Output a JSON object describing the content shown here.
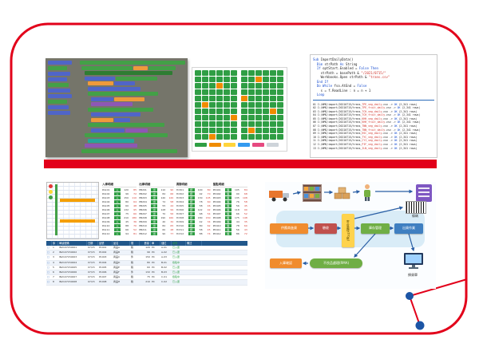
{
  "slide": {
    "colors": {
      "accent_red": "#e2001a",
      "dot_blue": "#1c55a5"
    }
  },
  "blocks": {
    "left": [
      [
        "b",
        30
      ],
      [
        "g",
        24
      ],
      [
        "b",
        28
      ],
      [
        "b",
        24
      ],
      [
        "g",
        26
      ],
      [
        "b",
        28
      ],
      [
        "b",
        30
      ],
      [
        "g",
        24
      ],
      [
        "b",
        26
      ],
      [
        "b",
        28
      ]
    ],
    "rows": [
      {
        "i": 2,
        "s": [
          [
            "g",
            132
          ]
        ]
      },
      {
        "i": 4,
        "s": [
          [
            "g",
            64
          ],
          [
            "o",
            18
          ],
          [
            "g",
            34
          ]
        ]
      },
      {
        "i": 8,
        "s": [
          [
            "dg",
            110
          ]
        ]
      },
      {
        "i": 8,
        "s": [
          [
            "b",
            38
          ],
          [
            "g",
            52
          ]
        ]
      },
      {
        "i": 12,
        "s": [
          [
            "o",
            32
          ],
          [
            "b",
            26
          ]
        ]
      },
      {
        "i": 12,
        "s": [
          [
            "b",
            66
          ]
        ]
      },
      {
        "i": 12,
        "s": [
          [
            "g",
            88
          ]
        ]
      },
      {
        "i": 16,
        "s": [
          [
            "b",
            28
          ],
          [
            "o",
            38
          ]
        ]
      },
      {
        "i": 16,
        "s": [
          [
            "p",
            52
          ]
        ]
      },
      {
        "i": 12,
        "s": [
          [
            "g",
            82
          ]
        ]
      },
      {
        "i": 16,
        "s": [
          [
            "b",
            62
          ]
        ]
      },
      {
        "i": 16,
        "s": [
          [
            "o",
            28
          ],
          [
            "b",
            20
          ]
        ]
      },
      {
        "i": 12,
        "s": [
          [
            "g",
            96
          ]
        ]
      },
      {
        "i": 16,
        "s": [
          [
            "b",
            42
          ],
          [
            "p",
            28
          ]
        ]
      },
      {
        "i": 8,
        "s": [
          [
            "g",
            104
          ]
        ]
      },
      {
        "i": 12,
        "s": [
          [
            "t",
            58
          ]
        ]
      },
      {
        "i": 8,
        "s": [
          [
            "p",
            66
          ]
        ]
      },
      {
        "i": 4,
        "s": [
          [
            "g",
            120
          ]
        ]
      }
    ]
  },
  "grid": {
    "groups": [
      {
        "rows": [
          "GGGGGG",
          "GGGGGG",
          "GGGOGG",
          "GGGGGG",
          "GGGGGG",
          "GOGGGG",
          "GGGGGG",
          "GGGGGO",
          "GGGGGG",
          "GGGGGG",
          "GGOGGG"
        ]
      },
      {
        "rows": [
          "GGGGGG",
          "GGOGGG",
          "GGGGGG",
          "GGGGGG",
          "OGGGGG",
          "GGGGGG",
          "GGGGOG",
          "GGGGGG",
          "GGGGGG",
          "GOGGGG",
          "GGGGGG"
        ]
      }
    ],
    "legend": [
      "#2f9e44",
      "#f08c00",
      "#ffd43b",
      "#339af0",
      "#e64980",
      "#ced4da"
    ]
  },
  "code": {
    "lines": [
      [
        [
          "b",
          "Sub "
        ],
        [
          "k",
          "ImportDailyData()"
        ]
      ],
      [
        [
          "k",
          "  "
        ],
        [
          "b",
          "Dim"
        ],
        [
          "k",
          " strPath "
        ],
        [
          "b",
          "As"
        ],
        [
          "k",
          " String"
        ]
      ],
      [
        [
          "k",
          "  "
        ],
        [
          "b",
          "If"
        ],
        [
          "k",
          " optStart.Enabled = "
        ],
        [
          "b",
          "False"
        ],
        [
          "k",
          " "
        ],
        [
          "b",
          "Then"
        ]
      ],
      [
        [
          "k",
          "    strPath = basePath & "
        ],
        [
          "r",
          "\"/2021/0715/\""
        ]
      ],
      [
        [
          "k",
          "    Workbooks.Open strPath & "
        ],
        [
          "r",
          "\"trans.csv\""
        ]
      ],
      [
        [
          "k",
          "  "
        ],
        [
          "b",
          "End If"
        ]
      ],
      [
        [
          "k",
          "  "
        ],
        [
          "b",
          "Do While"
        ],
        [
          "k",
          " fso.AtEnd = "
        ],
        [
          "b",
          "False"
        ]
      ],
      [
        [
          "k",
          "    s = f.ReadLine : n = n + 1"
        ]
      ],
      [
        [
          "k",
          "  "
        ],
        [
          "b",
          "Loop"
        ]
      ]
    ],
    "log": {
      "prefix": "C:/WMS/import/20210715/trans_",
      "suffix": ".csv -> ",
      "ok": "OK",
      "tail": " (2,341 rows)",
      "items": [
        {
          "n": "01",
          "code": "TPE_veg_daily"
        },
        {
          "n": "02",
          "code": "TPE_fruit_daily"
        },
        {
          "n": "03",
          "code": "TCH_veg_daily"
        },
        {
          "n": "04",
          "code": "TCH_fruit_daily"
        },
        {
          "n": "05",
          "code": "KHH_veg_daily"
        },
        {
          "n": "06",
          "code": "KHH_fruit_daily"
        },
        {
          "n": "07",
          "code": "TNN_veg_daily"
        },
        {
          "n": "08",
          "code": "TNN_fruit_daily"
        },
        {
          "n": "09",
          "code": "HSC_veg_daily"
        },
        {
          "n": "10",
          "code": "TYC_veg_daily"
        },
        {
          "n": "11",
          "code": "CYI_veg_daily"
        },
        {
          "n": "12",
          "code": "PIF_veg_daily"
        },
        {
          "n": "13",
          "code": "ILN_veg_daily"
        }
      ]
    }
  },
  "sheet": {
    "groups": [
      {
        "title": "入庫明細",
        "rows": [
          [
            "PA101",
            "入",
            "120",
            "85"
          ],
          [
            "PA102",
            "入",
            "96",
            "72"
          ],
          [
            "PA103",
            "入",
            "150",
            "110"
          ],
          [
            "PA104",
            "入",
            "80",
            "64"
          ],
          [
            "PA105",
            "入",
            "60",
            "48"
          ],
          [
            "PA106",
            "入",
            "132",
            "95"
          ],
          [
            "PA107",
            "入",
            "75",
            "60"
          ],
          [
            "PA108",
            "入",
            "210",
            "180"
          ],
          [
            "PA109",
            "入",
            "45",
            "36"
          ],
          [
            "PA110",
            "入",
            "88",
            "70"
          ],
          [
            "PA111",
            "入",
            "66",
            "52"
          ],
          [
            "PA112",
            "入",
            "94",
            "81"
          ]
        ]
      },
      {
        "title": "出庫明細",
        "rows": [
          [
            "PB201",
            "出",
            "110",
            "90"
          ],
          [
            "PB202",
            "出",
            "84",
            "66"
          ],
          [
            "PB203",
            "出",
            "140",
            "120"
          ],
          [
            "PB204",
            "出",
            "72",
            "58"
          ],
          [
            "PB205",
            "出",
            "55",
            "44"
          ],
          [
            "PB206",
            "出",
            "128",
            "99"
          ],
          [
            "PB207",
            "出",
            "70",
            "56"
          ],
          [
            "PB208",
            "出",
            "190",
            "160"
          ],
          [
            "PB209",
            "出",
            "40",
            "32"
          ],
          [
            "PB210",
            "出",
            "82",
            "65"
          ],
          [
            "PB211",
            "出",
            "60",
            "48"
          ],
          [
            "PB212",
            "出",
            "90",
            "77"
          ]
        ]
      },
      {
        "title": "調撥明細",
        "rows": [
          [
            "PC301",
            "調",
            "100",
            "80"
          ],
          [
            "PC302",
            "調",
            "92",
            "70"
          ],
          [
            "PC303",
            "調",
            "130",
            "105"
          ],
          [
            "PC304",
            "調",
            "78",
            "60"
          ],
          [
            "PC305",
            "調",
            "58",
            "46"
          ],
          [
            "PC306",
            "調",
            "122",
            "92"
          ],
          [
            "PC307",
            "調",
            "68",
            "54"
          ],
          [
            "PC308",
            "調",
            "180",
            "150"
          ],
          [
            "PC309",
            "調",
            "42",
            "34"
          ],
          [
            "PC310",
            "調",
            "80",
            "62"
          ],
          [
            "PC311",
            "調",
            "58",
            "45"
          ],
          [
            "PC312",
            "調",
            "88",
            "74"
          ]
        ]
      },
      {
        "title": "盤點明細",
        "rows": [
          [
            "PD401",
            "盤",
            "105",
            "84"
          ],
          [
            "PD402",
            "盤",
            "90",
            "68"
          ],
          [
            "PD403",
            "盤",
            "135",
            "108"
          ],
          [
            "PD404",
            "盤",
            "76",
            "58"
          ],
          [
            "PD405",
            "盤",
            "56",
            "45"
          ],
          [
            "PD406",
            "盤",
            "118",
            "90"
          ],
          [
            "PD407",
            "盤",
            "66",
            "52"
          ],
          [
            "PD408",
            "盤",
            "175",
            "148"
          ],
          [
            "PD409",
            "盤",
            "44",
            "35"
          ],
          [
            "PD410",
            "盤",
            "78",
            "60"
          ],
          [
            "PD411",
            "盤",
            "56",
            "43"
          ],
          [
            "PD412",
            "盤",
            "86",
            "72"
          ]
        ]
      }
    ],
    "table": {
      "headers": [
        "□",
        "序",
        "單據號碼",
        "日期",
        "品號",
        "品名",
        "規",
        "數量",
        "單",
        "儲位",
        "狀態",
        "備註"
      ],
      "rows": [
        [
          "□",
          "1",
          "IN2107150001",
          "07/15",
          "P1001",
          "商品A",
          "箱",
          "120",
          "PC",
          "A-01",
          "已入庫",
          ""
        ],
        [
          "□",
          "2",
          "IN2107150002",
          "07/15",
          "P1002",
          "商品B",
          "箱",
          "96",
          "PC",
          "A-02",
          "已入庫",
          ""
        ],
        [
          "□",
          "3",
          "IN2107150003",
          "07/15",
          "P1003",
          "商品C",
          "件",
          "150",
          "PC",
          "A-03",
          "已入庫",
          ""
        ],
        [
          "□",
          "4",
          "IN2107150004",
          "07/15",
          "P1004",
          "商品D",
          "箱",
          "80",
          "PC",
          "B-01",
          "檢驗中",
          ""
        ],
        [
          "□",
          "5",
          "IN2107150005",
          "07/15",
          "P1005",
          "商品E",
          "箱",
          "60",
          "PC",
          "B-02",
          "已入庫",
          ""
        ],
        [
          "□",
          "6",
          "IN2107150006",
          "07/15",
          "P1006",
          "商品F",
          "件",
          "132",
          "PC",
          "B-03",
          "已入庫",
          ""
        ],
        [
          "□",
          "7",
          "IN2107150007",
          "07/15",
          "P1007",
          "商品G",
          "箱",
          "75",
          "PC",
          "C-01",
          "檢驗中",
          ""
        ],
        [
          "□",
          "8",
          "IN2107150008",
          "07/15",
          "P1008",
          "商品H",
          "箱",
          "210",
          "PC",
          "C-02",
          "已入庫",
          ""
        ],
        [
          "□",
          "9",
          "IN2107150009",
          "07/15",
          "P1009",
          "商品I",
          "件",
          "45",
          "PC",
          "C-03",
          "已入庫",
          ""
        ]
      ]
    }
  },
  "flow": {
    "nodes": {
      "inbound": "供應商進貨",
      "inspect": "驗收",
      "consign": "寄倉處理(DC帳)",
      "stock": "庫存管理",
      "ship": "出貨作業",
      "confirm": "入庫確認",
      "rma": "不良品處理(RMA)",
      "barcode_label": "條碼",
      "pickslip": "揀貨單"
    }
  }
}
